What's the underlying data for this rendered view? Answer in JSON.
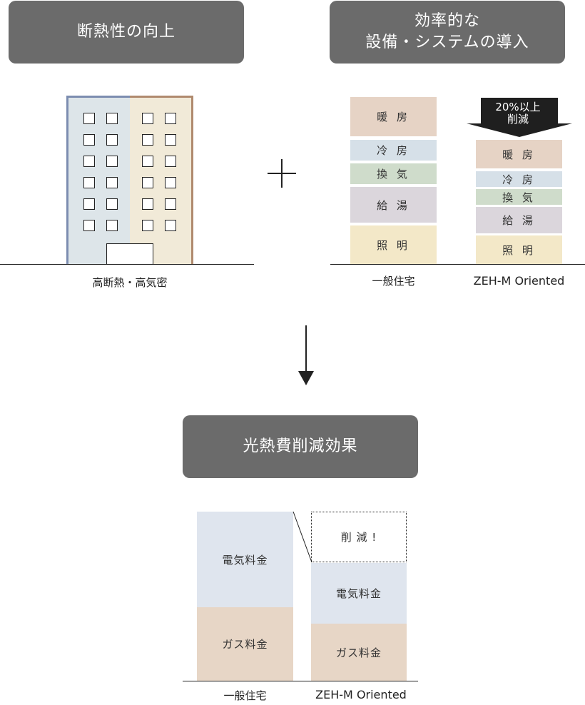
{
  "headers": {
    "insulation": "断熱性の向上",
    "equipment": "効率的な\n設備・システムの導入",
    "effect": "光熱費削減効果"
  },
  "building": {
    "caption": "高断熱・高気密"
  },
  "plus_sign": "+",
  "energy_chart": {
    "labels": {
      "general": "一般住宅",
      "zeh": "ZEH-M Oriented"
    },
    "segments": {
      "heating": "暖 房",
      "cooling": "冷 房",
      "ventilation": "換 気",
      "hot_water": "給 湯",
      "lighting": "照 明"
    },
    "reduction_badge": "20%以上\n削減"
  },
  "cost_chart": {
    "labels": {
      "general": "一般住宅",
      "zeh": "ZEH-M Oriented"
    },
    "electricity": "電気料金",
    "gas": "ガス料金",
    "reduction": "削 減 !"
  },
  "colors": {
    "header_bg": "#6b6b6b",
    "heating": "#e6d3c5",
    "cooling": "#d6e0e8",
    "ventilation": "#cfdccb",
    "hot_water": "#dbd6dc",
    "lighting": "#f3e8c8",
    "electricity": "#dfe5ee",
    "gas": "#e7d6c6",
    "building_left": "#dde5e9",
    "building_right": "#f1ead8",
    "building_left_border": "#7c8db0",
    "building_right_border": "#b08a6e"
  }
}
